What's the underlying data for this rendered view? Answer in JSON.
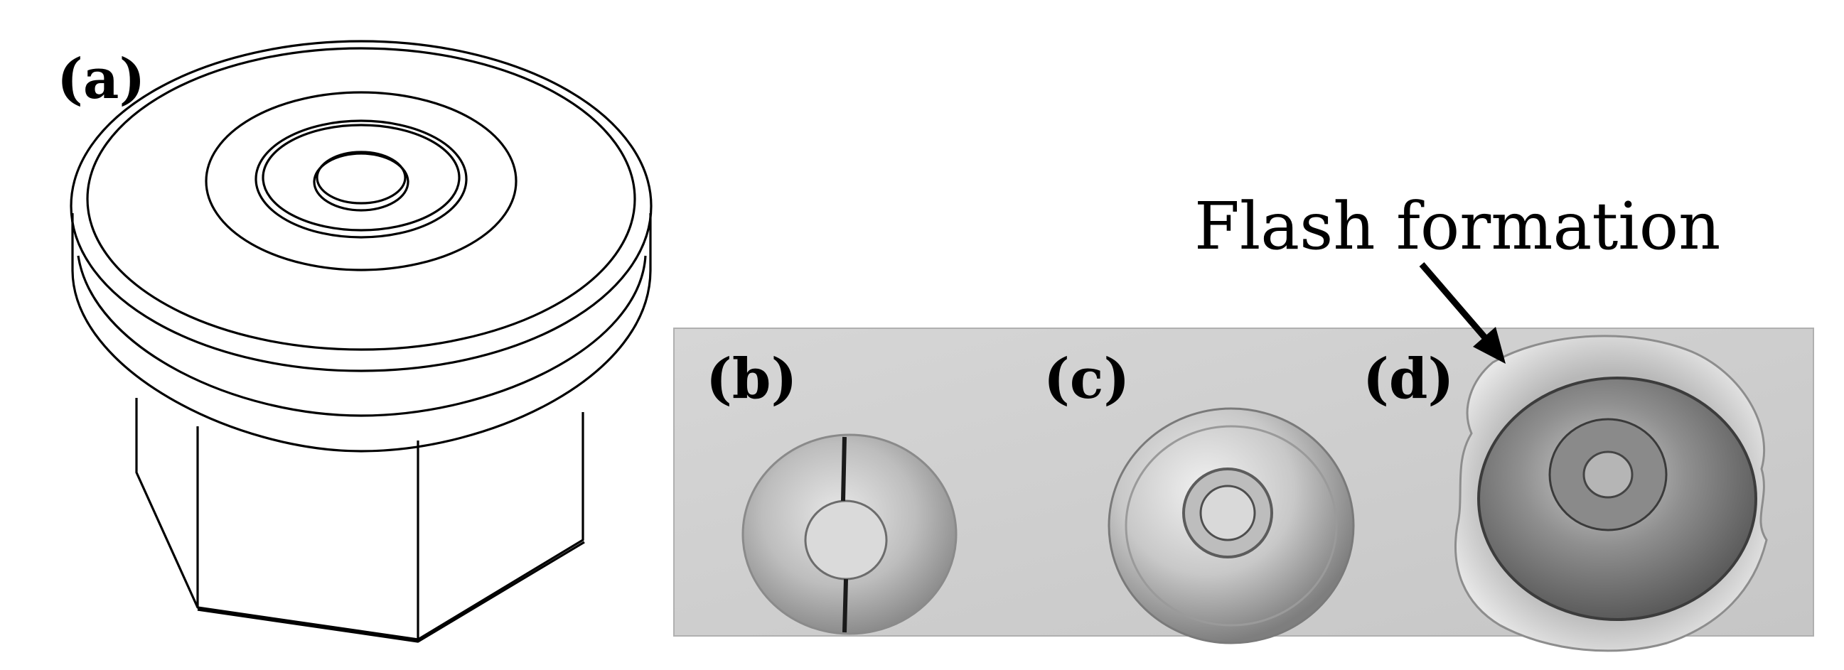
{
  "figure": {
    "labels": {
      "a": "(a)",
      "b": "(b)",
      "c": "(c)",
      "d": "(d)"
    },
    "annotation": "Flash formation",
    "colors": {
      "ink": "#000000",
      "photo_background": "#cfcfcf"
    }
  }
}
